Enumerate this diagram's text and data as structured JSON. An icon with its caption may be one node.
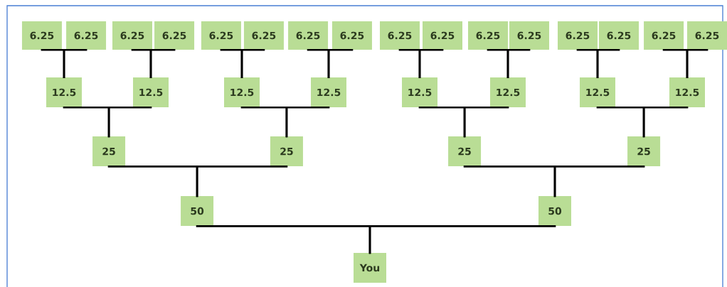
{
  "diagram": {
    "nodes": [
      {
        "text": [
          "6.25"
        ]
      },
      {
        "text": [
          "6.25"
        ]
      },
      {
        "text": [
          "6.25"
        ]
      },
      {
        "text": [
          "6.25"
        ]
      },
      {
        "text": [
          "6.25"
        ]
      },
      {
        "text": [
          "6.25"
        ]
      },
      {
        "text": [
          "6.25"
        ]
      },
      {
        "text": [
          "6.25"
        ]
      },
      {
        "text": [
          "6.25"
        ]
      },
      {
        "text": [
          "6.25"
        ]
      },
      {
        "text": [
          "6.25"
        ]
      },
      {
        "text": [
          "6.25"
        ]
      },
      {
        "text": [
          "6.25"
        ]
      },
      {
        "text": [
          "6.25"
        ]
      },
      {
        "text": [
          "6.25"
        ]
      },
      {
        "text": [
          "6.25"
        ]
      },
      {
        "text": [
          "12.5"
        ]
      },
      {
        "text": [
          "12.5"
        ]
      },
      {
        "text": [
          "12.5"
        ]
      },
      {
        "text": [
          "12.5"
        ]
      },
      {
        "text": [
          "12.5"
        ]
      },
      {
        "text": [
          "12.5"
        ]
      },
      {
        "text": [
          "12.5"
        ]
      },
      {
        "text": [
          "12.5"
        ]
      },
      {
        "text": [
          "25"
        ]
      },
      {
        "text": [
          "25"
        ]
      },
      {
        "text": [
          "25"
        ]
      },
      {
        "text": [
          "25"
        ]
      },
      {
        "text": [
          "50"
        ]
      },
      {
        "text": [
          "50"
        ]
      },
      {
        "text": [
          "You"
        ]
      }
    ],
    "edges": [
      {
        "from": 0,
        "to": 16,
        "arrow": "none"
      },
      {
        "from": 1,
        "to": 16,
        "arrow": "none"
      },
      {
        "from": 2,
        "to": 17,
        "arrow": "none"
      },
      {
        "from": 3,
        "to": 17,
        "arrow": "none"
      },
      {
        "from": 4,
        "to": 18,
        "arrow": "none"
      },
      {
        "from": 5,
        "to": 18,
        "arrow": "none"
      },
      {
        "from": 6,
        "to": 19,
        "arrow": "none"
      },
      {
        "from": 7,
        "to": 19,
        "arrow": "none"
      },
      {
        "from": 8,
        "to": 20,
        "arrow": "none"
      },
      {
        "from": 9,
        "to": 20,
        "arrow": "none"
      },
      {
        "from": 10,
        "to": 21,
        "arrow": "none"
      },
      {
        "from": 11,
        "to": 21,
        "arrow": "none"
      },
      {
        "from": 12,
        "to": 22,
        "arrow": "none"
      },
      {
        "from": 13,
        "to": 22,
        "arrow": "none"
      },
      {
        "from": 14,
        "to": 23,
        "arrow": "none"
      },
      {
        "from": 15,
        "to": 23,
        "arrow": "none"
      },
      {
        "from": 16,
        "to": 24,
        "arrow": "none"
      },
      {
        "from": 17,
        "to": 24,
        "arrow": "none"
      },
      {
        "from": 18,
        "to": 25,
        "arrow": "none"
      },
      {
        "from": 19,
        "to": 25,
        "arrow": "none"
      },
      {
        "from": 20,
        "to": 26,
        "arrow": "none"
      },
      {
        "from": 21,
        "to": 26,
        "arrow": "none"
      },
      {
        "from": 22,
        "to": 27,
        "arrow": "none"
      },
      {
        "from": 23,
        "to": 27,
        "arrow": "none"
      },
      {
        "from": 24,
        "to": 28,
        "arrow": "none"
      },
      {
        "from": 25,
        "to": 28,
        "arrow": "none"
      },
      {
        "from": 26,
        "to": 29,
        "arrow": "none"
      },
      {
        "from": 27,
        "to": 29,
        "arrow": "none"
      },
      {
        "from": 28,
        "to": 30,
        "arrow": "none"
      },
      {
        "from": 29,
        "to": 30,
        "arrow": "none"
      }
    ]
  }
}
